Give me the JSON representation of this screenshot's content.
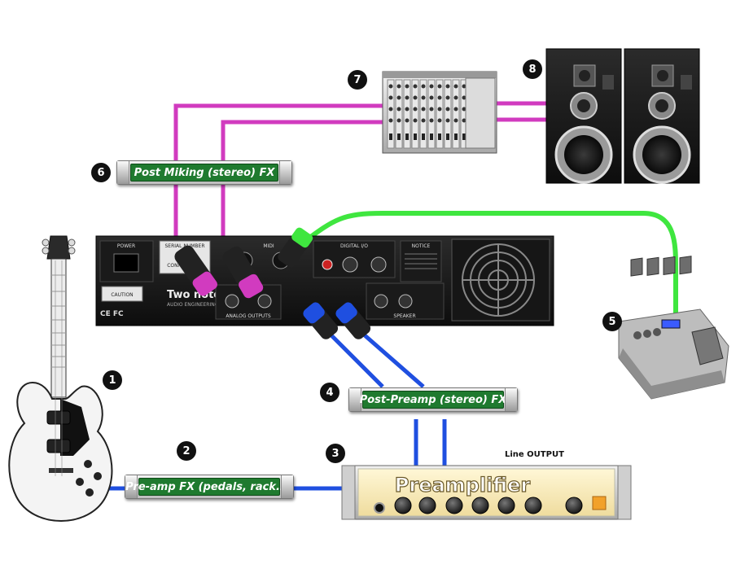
{
  "badges": [
    "1",
    "2",
    "3",
    "4",
    "5",
    "6",
    "7",
    "8"
  ],
  "fx": {
    "preamp_fx": "Pre-amp FX (pedals, rack...)",
    "post_preamp_fx": "Post-Preamp (stereo) FX",
    "post_miking_fx": "Post Miking (stereo) FX"
  },
  "preamplifier": {
    "title": "Preamplifier",
    "line_output": "Line OUTPUT"
  },
  "main_unit": {
    "brand": "Two notes",
    "subbrand": "AUDIO ENGINEERING",
    "power": "POWER",
    "serial": "SERIAL NUMBER",
    "connect": "CONNECT",
    "midi": "MIDI",
    "digital_io": "DIGITAL I/O",
    "notice": "NOTICE",
    "caution": "CAUTION",
    "analog_outputs": "ANALOG OUTPUTS",
    "speaker": "SPEAKER",
    "ce": "CE FC"
  },
  "colors": {
    "pink_cable": "#d13bbf",
    "green_cable": "#3fe63f",
    "blue_cable": "#1f4fe0",
    "fx_green": "#1f7a2f",
    "badge": "#111111"
  },
  "icons": [
    "guitar-icon",
    "mixer-icon",
    "speaker-icon",
    "footswitch-icon"
  ]
}
